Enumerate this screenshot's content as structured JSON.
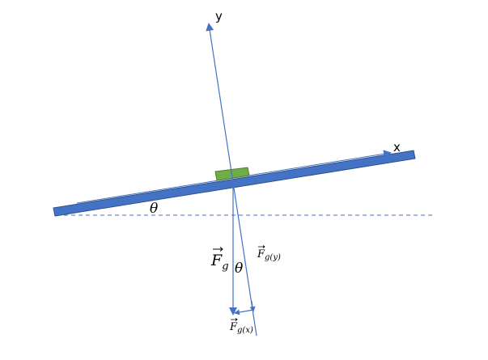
{
  "labels": {
    "y_axis": "y",
    "x_axis": "x",
    "incline_angle": "θ",
    "force_angle": "θ",
    "gravity": {
      "base": "F",
      "sub": "g"
    },
    "gravity_y": {
      "base": "F",
      "sub": "g(y)"
    },
    "gravity_x": {
      "base": "F",
      "sub": "g(x)"
    }
  },
  "colors": {
    "arrow": "#4472c4",
    "plank": "#4472c4",
    "plank_stroke": "#2f528f",
    "block": "#70ad47",
    "block_stroke": "#507e32"
  }
}
